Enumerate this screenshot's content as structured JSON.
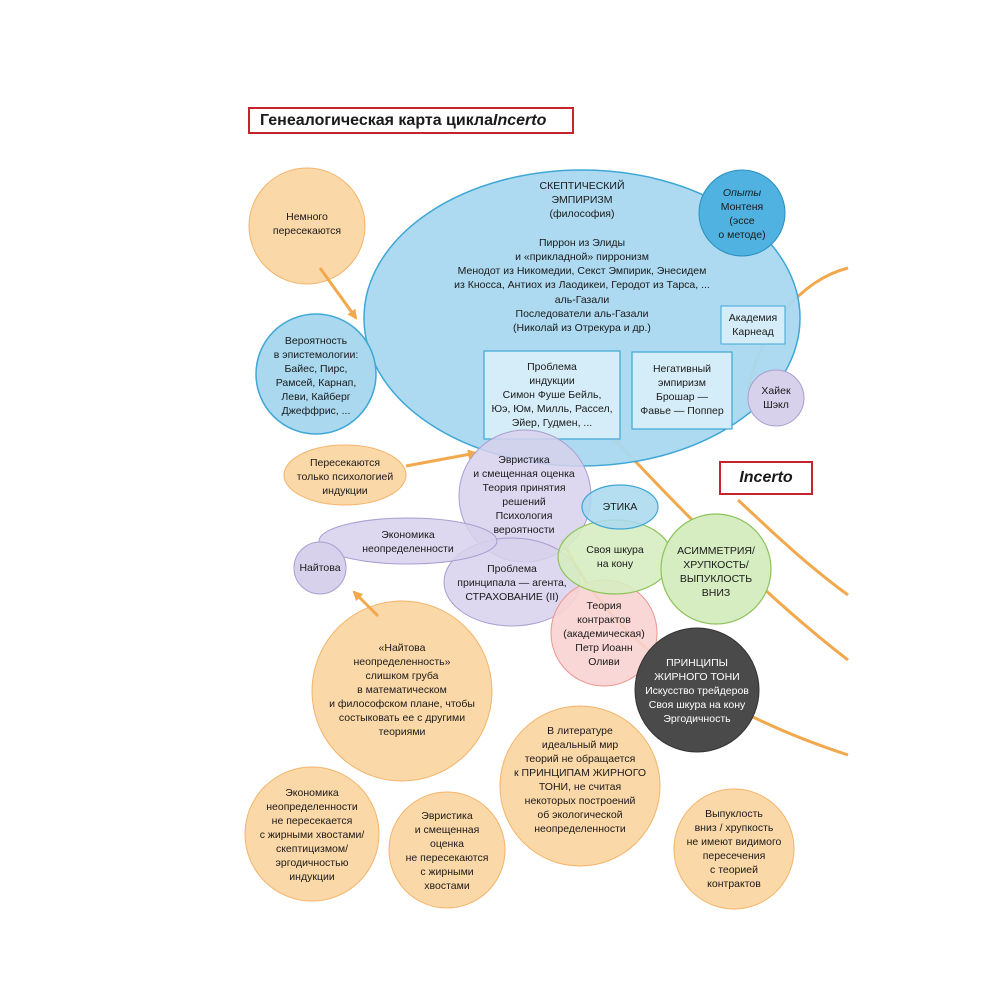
{
  "title": {
    "main": "Генеалогическая карта цикла ",
    "italic": "Incerto"
  },
  "incerto_label": "Incerto",
  "nodes": {
    "skeptic": [
      "СКЕПТИЧЕСКИЙ",
      "ЭМПИРИЗМ",
      "(философия)",
      "",
      "Пиррон из Элиды",
      "и «прикладной» пирронизм",
      "Менодот из Никомедии, Секст Эмпирик, Энесидем",
      "из Кносса, Антиох из Лаодикеи, Геродот из Тарса, ...",
      "аль-Газали",
      "Последователи аль-Газали",
      "(Николай из Отрекура и др.)"
    ],
    "montaigne": {
      "italic": "Опыты",
      "lines": [
        "Монтеня",
        "(эссе",
        "о методе)"
      ]
    },
    "academy": [
      "Академия",
      "Карнеад"
    ],
    "induction": [
      "Проблема",
      "индукции",
      "Симон Фуше Бейль,",
      "Юэ, Юм, Милль, Рассел,",
      "Эйер, Гудмен, ..."
    ],
    "negative": [
      "Негативный",
      "эмпиризм",
      "Брошар —",
      "Фавье — Поппер"
    ],
    "hayek": [
      "Хайек",
      "Шэкл"
    ],
    "probability": [
      "Вероятность",
      "в эпистемологии:",
      "Байес, Пирс,",
      "Рамсей, Карнап,",
      "Леви, Кайберг",
      "Джеффрис, ..."
    ],
    "slightly": [
      "Немного",
      "пересекаются"
    ],
    "psych_only": [
      "Пересекаются",
      "только психологией",
      "индукции"
    ],
    "heuristics": [
      "Эвристика",
      "и смещенная оценка",
      "Теория принятия",
      "решений",
      "Психология",
      "вероятности"
    ],
    "ethics": [
      "ЭТИКА"
    ],
    "econ_unc": [
      "Экономика",
      "неопределенности"
    ],
    "knight": [
      "Найтова"
    ],
    "principal": [
      "Проблема",
      "принципала — агента,",
      "СТРАХОВАНИЕ (II)"
    ],
    "skin": [
      "Своя шкура",
      "на кону"
    ],
    "asym": [
      "АСИММЕТРИЯ/",
      "ХРУПКОСТЬ/",
      "ВЫПУКЛОСТЬ",
      "ВНИЗ"
    ],
    "contracts": [
      "Теория",
      "контрактов",
      "(академическая)",
      "Петр Иоанн",
      "Оливи"
    ],
    "fat_tony": [
      "ПРИНЦИПЫ",
      "ЖИРНОГО ТОНИ",
      "Искусство трейдеров",
      "Своя шкура на кону",
      "Эргодичность"
    ],
    "knight_note": [
      "«Найтова",
      "неопределенность»",
      "слишком груба",
      "в математическом",
      "и философском плане, чтобы",
      "состыковать ее с другими",
      "теориями"
    ],
    "literature": [
      "В литературе",
      "идеальный мир",
      "теорий не обращается",
      "к ПРИНЦИПАМ ЖИРНОГО",
      "ТОНИ, не считая",
      "некоторых построений",
      "об экологической",
      "неопределенности"
    ],
    "econ_note": [
      "Экономика",
      "неопределенности",
      "не пересекается",
      "с жирными хвостами/",
      "скептицизмом/",
      "эргодичностью",
      "индукции"
    ],
    "heur_note": [
      "Эвристика",
      "и смещенная",
      "оценка",
      "не пересекаются",
      "с жирными",
      "хвостами"
    ],
    "convex_note": [
      "Выпуклость",
      "вниз / хрупкость",
      "не имеют видимого",
      "пересечения",
      "с теорией",
      "контрактов"
    ]
  },
  "colors": {
    "blue_fill": "#a9d8ef",
    "blue_stroke": "#3fa7d6",
    "montaigne_fill": "#4fb2e0",
    "box_fill": "#d5edf8",
    "lavender_fill": "#d7d1ec",
    "lavender_stroke": "#a99ed0",
    "peach_fill": "#fbd8a8",
    "peach_stroke": "#f3b46a",
    "green_fill": "#d6ecc1",
    "green_stroke": "#8cc35a",
    "pink_fill": "#f8d3d1",
    "pink_stroke": "#ec9590",
    "dark_fill": "#4a4a4a",
    "arrow": "#f2a84d",
    "red_frame": "#c8232c"
  }
}
